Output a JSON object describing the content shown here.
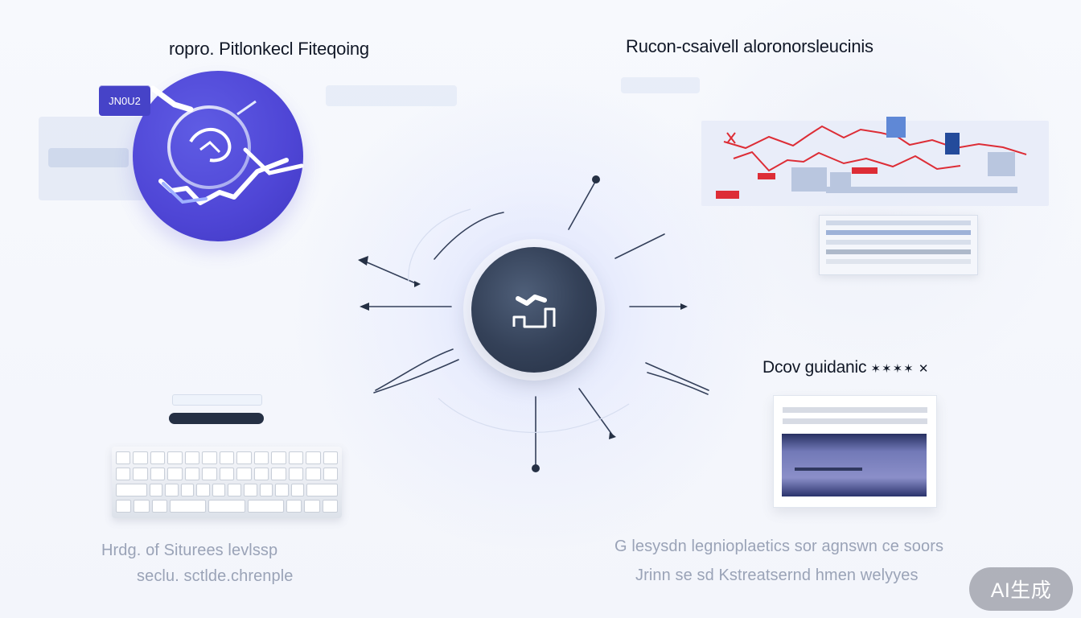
{
  "headings": {
    "left": "ropro. Pitlonkecl Fiteqoing",
    "right": "Rucon-csaivell aloronorsleucinis",
    "doc": "Dcov guidanic"
  },
  "badges": {
    "left": "JN0U2",
    "ai": "AI生成"
  },
  "captions": {
    "left_line_1": "Hrdg. of Siturees levlssp",
    "left_line_2": "seclu. sctlde.chrenple",
    "right_line_1": "G lesysdn legnioplaetics sor agnswn ce soors",
    "right_line_2": "Jrinn se sd Kstreatsernd hmen welyyes"
  },
  "icons": {
    "hub": "hub-switch-icon",
    "keyboard": "keyboard-icon",
    "document": "document-icon",
    "globe": "globe-network-icon"
  },
  "colors": {
    "accent_purple": "#4f46d6",
    "hub_dark": "#253044",
    "chart_red": "#dd2d36",
    "chart_blue": "#244b9b"
  }
}
